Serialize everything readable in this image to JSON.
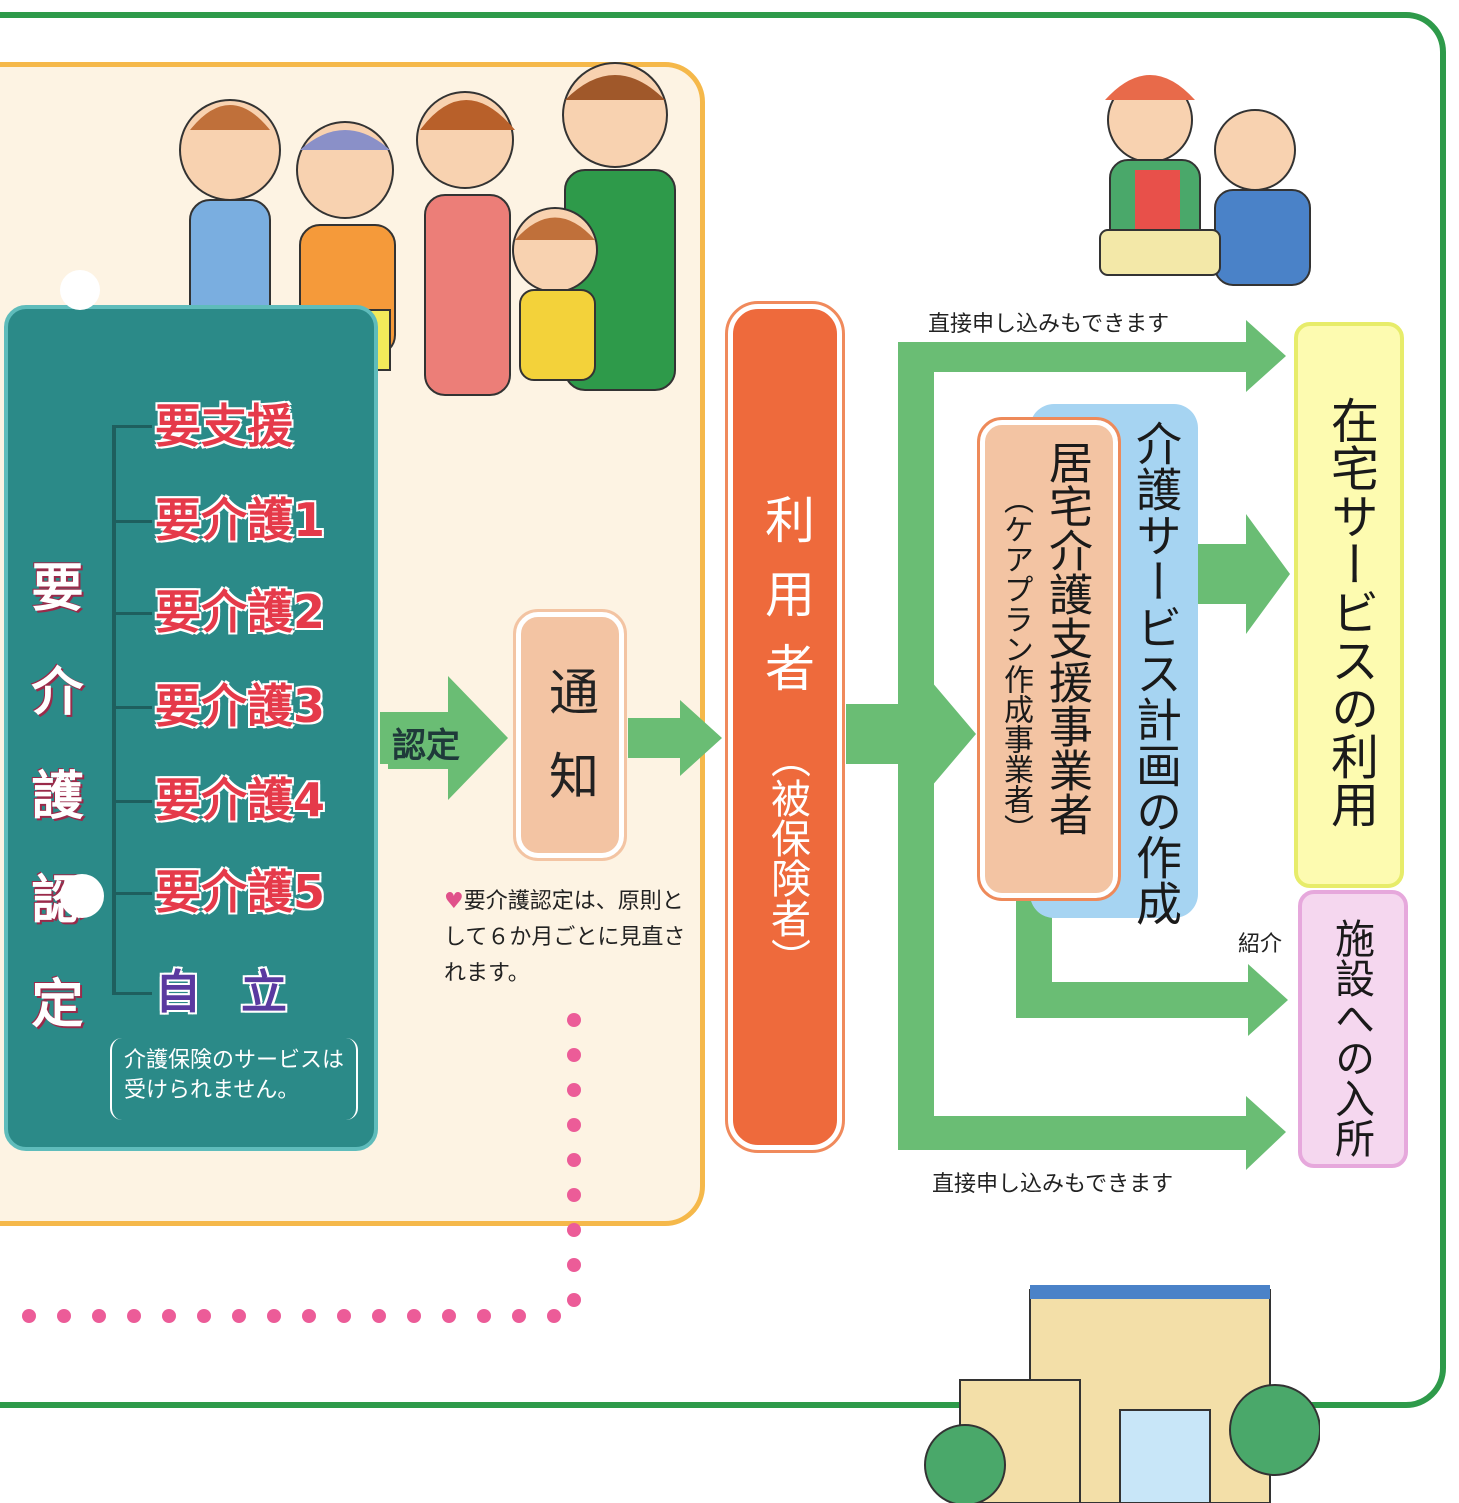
{
  "certification": {
    "title": "要介護認定",
    "levels": [
      "要支援",
      "要介護1",
      "要介護2",
      "要介護3",
      "要介護4",
      "要介護5",
      "自立"
    ],
    "no_service_note": "介護保険のサービスは受けられません。"
  },
  "arrow_label_certification": "認定",
  "notice": {
    "label": "通知",
    "note": "要介護認定は、原則として６か月ごとに見直されます。"
  },
  "user": {
    "label": "利用者",
    "sublabel": "（被保険者）"
  },
  "care_plan": {
    "title": "介護サービス計画の作成",
    "office": "居宅介護支援事業者",
    "office_sub": "（ケアプラン作成事業者）"
  },
  "outcomes": {
    "home_service": "在宅サービスの利用",
    "facility": "施設への入所"
  },
  "labels": {
    "direct_top": "直接申し込みもできます",
    "direct_bottom": "直接申し込みもできます",
    "referral": "紹介"
  },
  "colors": {
    "frame": "#2e9a4a",
    "teal": "#2b8a88",
    "arrow": "#6abd74",
    "user": "#ee6a3c",
    "level_text": "#e53a4a"
  }
}
